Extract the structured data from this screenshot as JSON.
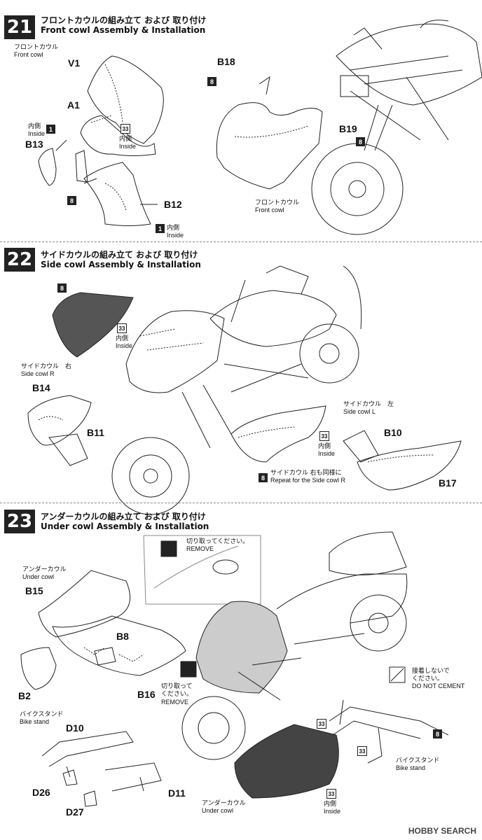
{
  "steps": [
    {
      "number": "21",
      "title_jp": "フロントカウルの組み立て および 取り付け",
      "title_en": "Front cowl Assembly & Installation"
    },
    {
      "number": "22",
      "title_jp": "サイドカウルの組み立て および 取り付け",
      "title_en": "Side cowl Assembly & Installation"
    },
    {
      "number": "23",
      "title_jp": "アンダーカウルの組み立て および 取り付け",
      "title_en": "Under cowl Assembly & Installation"
    }
  ],
  "step21": {
    "front_cowl_jp": "フロントカウル",
    "front_cowl_en": "Front cowl",
    "parts": [
      "V1",
      "A1",
      "B13",
      "B12",
      "B18",
      "B19"
    ],
    "inside_jp": "内側",
    "inside_en": "Inside",
    "front_cowl2_jp": "フロントカウル",
    "front_cowl2_en": "Front cowl",
    "badges": [
      "1",
      "33",
      "8",
      "1",
      "8",
      "8"
    ]
  },
  "step22": {
    "side_r_jp": "サイドカウル　右",
    "side_r_en": "Side cowl R",
    "side_l_jp": "サイドカウル　左",
    "side_l_en": "Side cowl L",
    "parts": [
      "B14",
      "B11",
      "B10",
      "B17"
    ],
    "inside_jp": "内側",
    "inside_en": "Inside",
    "repeat_jp": "サイドカウル 右も同様に",
    "repeat_en": "Repeat for the Side cowl R",
    "badges": [
      "8",
      "33",
      "33",
      "8"
    ]
  },
  "step23": {
    "under_cowl_jp": "アンダーカウル",
    "under_cowl_en": "Under cowl",
    "parts": [
      "B15",
      "B8",
      "B2",
      "B16",
      "D10",
      "D26",
      "D27",
      "D11"
    ],
    "remove_jp": "切り取ってください。",
    "remove_en": "REMOVE",
    "remove2_jp": "切り取って\nください。",
    "remove2_en": "REMOVE",
    "bike_stand_jp": "バイクスタンド",
    "bike_stand_en": "Bike stand",
    "bike_stand2_jp": "バイクスタンド",
    "bike_stand2_en": "Bike stand",
    "no_cement_jp": "接着しないで\nください。",
    "no_cement_en": "DO NOT CEMENT",
    "under_cowl2_jp": "アンダーカウル",
    "under_cowl2_en": "Under cowl",
    "inside_jp": "内側",
    "inside_en": "Inside",
    "badges": [
      "33",
      "8",
      "33",
      "33"
    ]
  },
  "watermark": "HOBBY SEARCH"
}
